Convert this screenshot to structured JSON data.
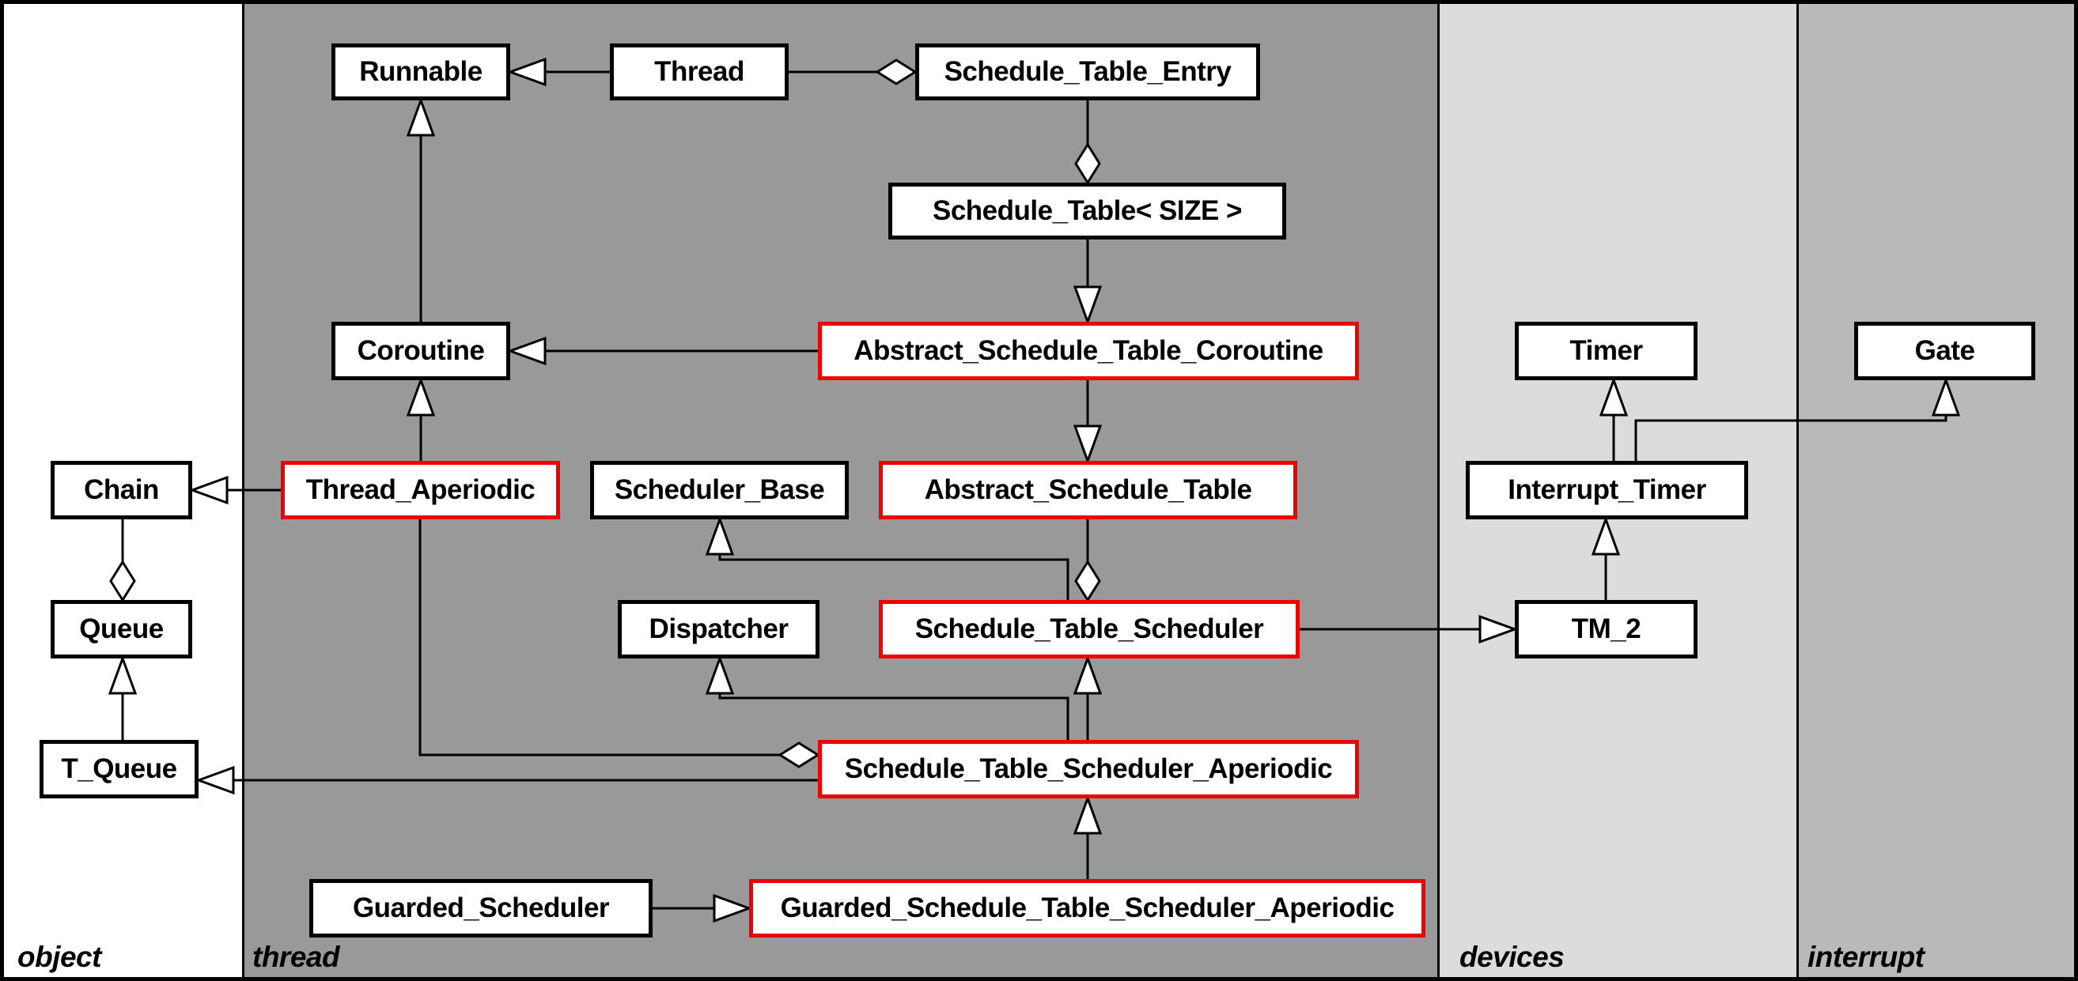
{
  "diagram": {
    "kind": "uml-class-diagram",
    "colors": {
      "highlight_border": "#ee0000",
      "box_border": "#000000",
      "box_fill": "#ffffff",
      "line": "#000000"
    },
    "lanes": [
      {
        "id": "object",
        "label": "object",
        "color": "#ffffff"
      },
      {
        "id": "thread",
        "label": "thread",
        "color": "#999999"
      },
      {
        "id": "devices",
        "label": "devices",
        "color": "#dcdcdc"
      },
      {
        "id": "interrupt",
        "label": "interrupt",
        "color": "#b9b9b9"
      }
    ],
    "nodes": [
      {
        "id": "runnable",
        "label": "Runnable",
        "lane": "thread",
        "highlight": false
      },
      {
        "id": "thread",
        "label": "Thread",
        "lane": "thread",
        "highlight": false
      },
      {
        "id": "schedule_table_entry",
        "label": "Schedule_Table_Entry",
        "lane": "thread",
        "highlight": false
      },
      {
        "id": "schedule_table",
        "label": "Schedule_Table< SIZE >",
        "lane": "thread",
        "highlight": false
      },
      {
        "id": "coroutine",
        "label": "Coroutine",
        "lane": "thread",
        "highlight": false
      },
      {
        "id": "abstract_schedule_table_coroutine",
        "label": "Abstract_Schedule_Table_Coroutine",
        "lane": "thread",
        "highlight": true
      },
      {
        "id": "timer",
        "label": "Timer",
        "lane": "devices",
        "highlight": false
      },
      {
        "id": "gate",
        "label": "Gate",
        "lane": "interrupt",
        "highlight": false
      },
      {
        "id": "chain",
        "label": "Chain",
        "lane": "object",
        "highlight": false
      },
      {
        "id": "thread_aperiodic",
        "label": "Thread_Aperiodic",
        "lane": "thread",
        "highlight": true
      },
      {
        "id": "scheduler_base",
        "label": "Scheduler_Base",
        "lane": "thread",
        "highlight": false
      },
      {
        "id": "abstract_schedule_table",
        "label": "Abstract_Schedule_Table",
        "lane": "thread",
        "highlight": true
      },
      {
        "id": "interrupt_timer",
        "label": "Interrupt_Timer",
        "lane": "devices",
        "highlight": false
      },
      {
        "id": "queue",
        "label": "Queue",
        "lane": "object",
        "highlight": false
      },
      {
        "id": "dispatcher",
        "label": "Dispatcher",
        "lane": "thread",
        "highlight": false
      },
      {
        "id": "schedule_table_scheduler",
        "label": "Schedule_Table_Scheduler",
        "lane": "thread",
        "highlight": true
      },
      {
        "id": "tm_2",
        "label": "TM_2",
        "lane": "devices",
        "highlight": false
      },
      {
        "id": "t_queue",
        "label": "T_Queue",
        "lane": "object",
        "highlight": false
      },
      {
        "id": "schedule_table_scheduler_aperiodic",
        "label": "Schedule_Table_Scheduler_Aperiodic",
        "lane": "thread",
        "highlight": true
      },
      {
        "id": "guarded_scheduler",
        "label": "Guarded_Scheduler",
        "lane": "thread",
        "highlight": false
      },
      {
        "id": "guarded_schedule_table_scheduler_aperiodic",
        "label": "Guarded_Schedule_Table_Scheduler_Aperiodic",
        "lane": "thread",
        "highlight": true
      }
    ],
    "edges": [
      {
        "from": "thread",
        "to": "runnable",
        "type": "inheritance"
      },
      {
        "from": "thread",
        "to": "schedule_table_entry",
        "type": "aggregation"
      },
      {
        "from": "schedule_table_entry",
        "to": "schedule_table",
        "type": "aggregation"
      },
      {
        "from": "schedule_table",
        "to": "abstract_schedule_table_coroutine",
        "type": "inheritance"
      },
      {
        "from": "abstract_schedule_table_coroutine",
        "to": "coroutine",
        "type": "inheritance"
      },
      {
        "from": "coroutine",
        "to": "runnable",
        "type": "inheritance"
      },
      {
        "from": "abstract_schedule_table_coroutine",
        "to": "abstract_schedule_table",
        "type": "inheritance"
      },
      {
        "from": "thread_aperiodic",
        "to": "chain",
        "type": "inheritance"
      },
      {
        "from": "thread_aperiodic",
        "to": "coroutine",
        "type": "inheritance"
      },
      {
        "from": "chain",
        "to": "queue",
        "type": "aggregation"
      },
      {
        "from": "t_queue",
        "to": "queue",
        "type": "inheritance"
      },
      {
        "from": "schedule_table_scheduler",
        "to": "scheduler_base",
        "type": "inheritance"
      },
      {
        "from": "abstract_schedule_table",
        "to": "schedule_table_scheduler",
        "type": "aggregation"
      },
      {
        "from": "schedule_table_scheduler",
        "to": "tm_2",
        "type": "inheritance"
      },
      {
        "from": "schedule_table_scheduler_aperiodic",
        "to": "schedule_table_scheduler",
        "type": "inheritance"
      },
      {
        "from": "schedule_table_scheduler_aperiodic",
        "to": "dispatcher",
        "type": "inheritance"
      },
      {
        "from": "thread_aperiodic",
        "to": "schedule_table_scheduler_aperiodic",
        "type": "aggregation"
      },
      {
        "from": "schedule_table_scheduler_aperiodic",
        "to": "t_queue",
        "type": "inheritance"
      },
      {
        "from": "tm_2",
        "to": "interrupt_timer",
        "type": "inheritance"
      },
      {
        "from": "interrupt_timer",
        "to": "timer",
        "type": "inheritance"
      },
      {
        "from": "interrupt_timer",
        "to": "gate",
        "type": "inheritance"
      },
      {
        "from": "guarded_scheduler",
        "to": "guarded_schedule_table_scheduler_aperiodic",
        "type": "inheritance"
      },
      {
        "from": "guarded_schedule_table_scheduler_aperiodic",
        "to": "schedule_table_scheduler_aperiodic",
        "type": "inheritance"
      }
    ]
  }
}
